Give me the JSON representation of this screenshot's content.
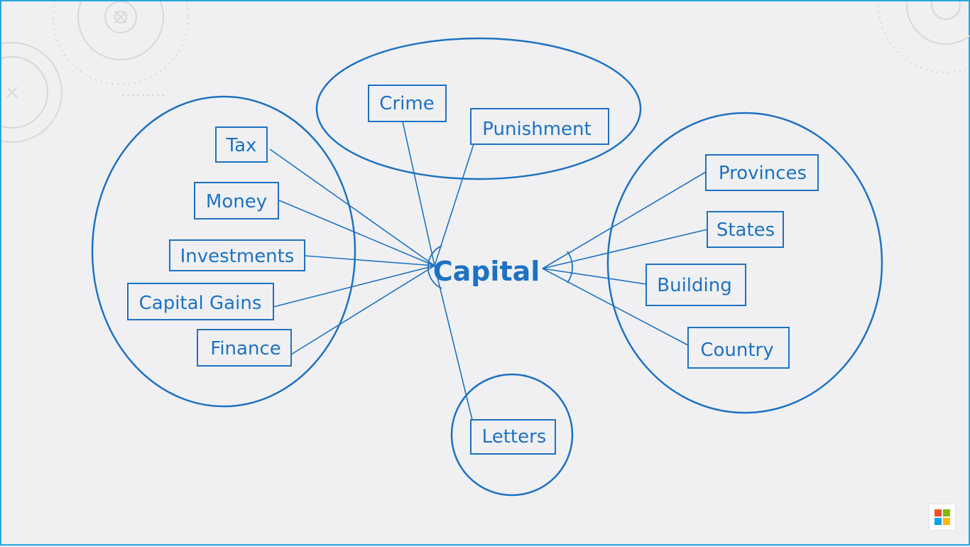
{
  "diagram": {
    "center": "Capital",
    "nodes": {
      "tax": "Tax",
      "money": "Money",
      "investments": "Investments",
      "capital_gains": "Capital Gains",
      "finance": "Finance",
      "crime": "Crime",
      "punishment": "Punishment",
      "letters": "Letters",
      "provinces": "Provinces",
      "states": "States",
      "building": "Building",
      "country": "Country"
    }
  },
  "colors": {
    "accent": "#1e72c2",
    "background": "#f0f0f2",
    "frame": "#2aa7e0",
    "gear": "#d8d8dc"
  },
  "logo": {
    "name": "microsoft-logo",
    "colors": [
      "#f25022",
      "#7fba00",
      "#00a4ef",
      "#ffb900"
    ]
  }
}
